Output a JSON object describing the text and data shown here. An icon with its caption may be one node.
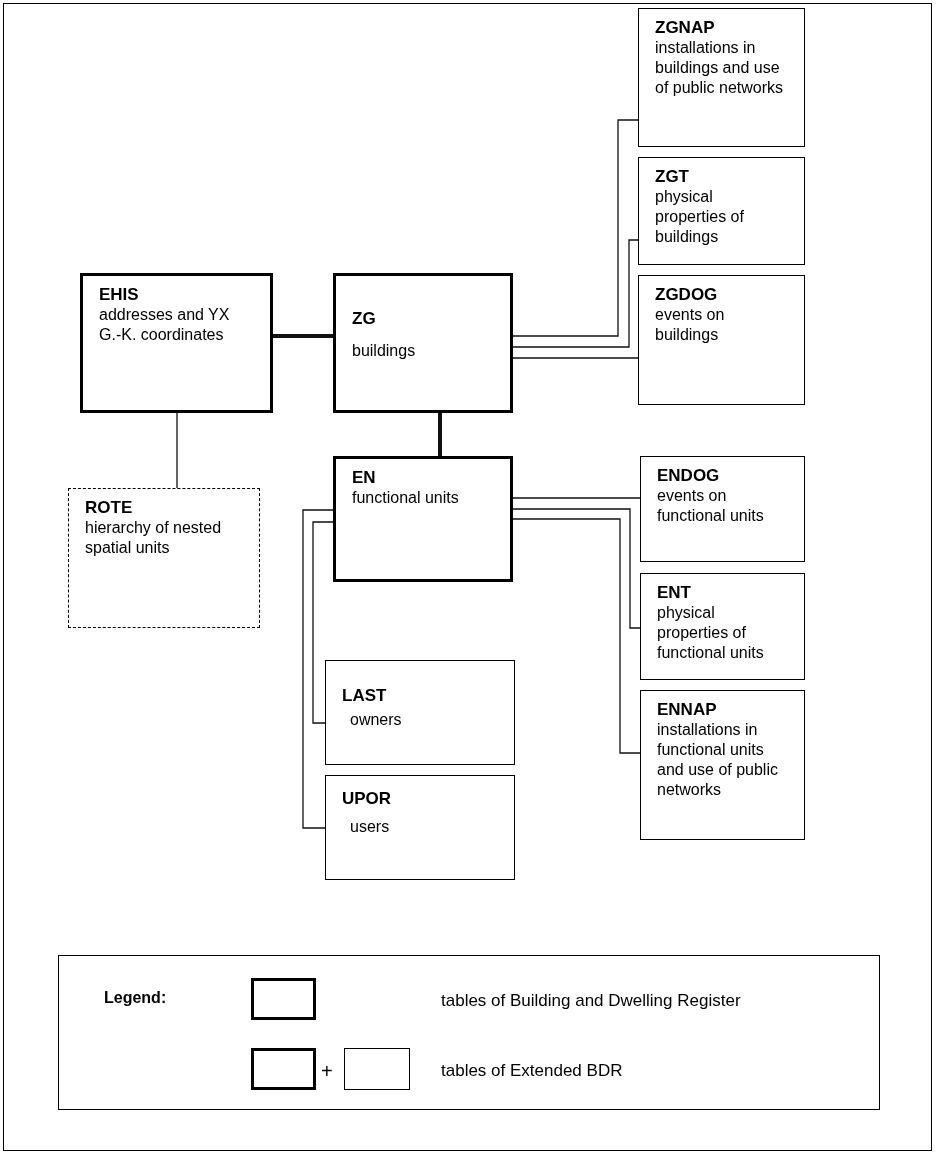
{
  "diagram": {
    "nodes": [
      {
        "text": [
          "EHIS",
          "addresses and YX G.-K. coordinates"
        ]
      },
      {
        "text": [
          "ZG",
          "buildings"
        ]
      },
      {
        "text": [
          "ZGNAP",
          "installations in buildings and use of public networks"
        ]
      },
      {
        "text": [
          "ZGT",
          "physical properties of buildings"
        ]
      },
      {
        "text": [
          "ZGDOG",
          "events on buildings"
        ]
      },
      {
        "text": [
          "ROTE",
          "hierarchy of nested spatial units"
        ]
      },
      {
        "text": [
          "EN",
          "functional units"
        ]
      },
      {
        "text": [
          "ENDOG",
          "events on functional units"
        ]
      },
      {
        "text": [
          "ENT",
          "physical properties of functional units"
        ]
      },
      {
        "text": [
          "ENNAP",
          "installations in functional units and use of public networks"
        ]
      },
      {
        "text": [
          "LAST",
          "owners"
        ]
      },
      {
        "text": [
          "UPOR",
          "users"
        ]
      }
    ],
    "edges": [
      {
        "from": 0,
        "to": 1,
        "arrow": "none",
        "style": "thick"
      },
      {
        "from": 0,
        "to": 5,
        "arrow": "none"
      },
      {
        "from": 1,
        "to": 6,
        "arrow": "none",
        "style": "thick"
      },
      {
        "from": 1,
        "to": 2,
        "arrow": "none"
      },
      {
        "from": 1,
        "to": 3,
        "arrow": "none"
      },
      {
        "from": 1,
        "to": 4,
        "arrow": "none"
      },
      {
        "from": 6,
        "to": 7,
        "arrow": "none"
      },
      {
        "from": 6,
        "to": 8,
        "arrow": "none"
      },
      {
        "from": 6,
        "to": 9,
        "arrow": "none"
      },
      {
        "from": 6,
        "to": 10,
        "arrow": "none"
      },
      {
        "from": 6,
        "to": 11,
        "arrow": "none"
      }
    ],
    "labels": [
      "Legend:",
      "+"
    ],
    "legend": [
      {
        "text": "tables of Building and Dwelling Register"
      },
      {
        "text": "tables of Extended BDR"
      }
    ]
  }
}
